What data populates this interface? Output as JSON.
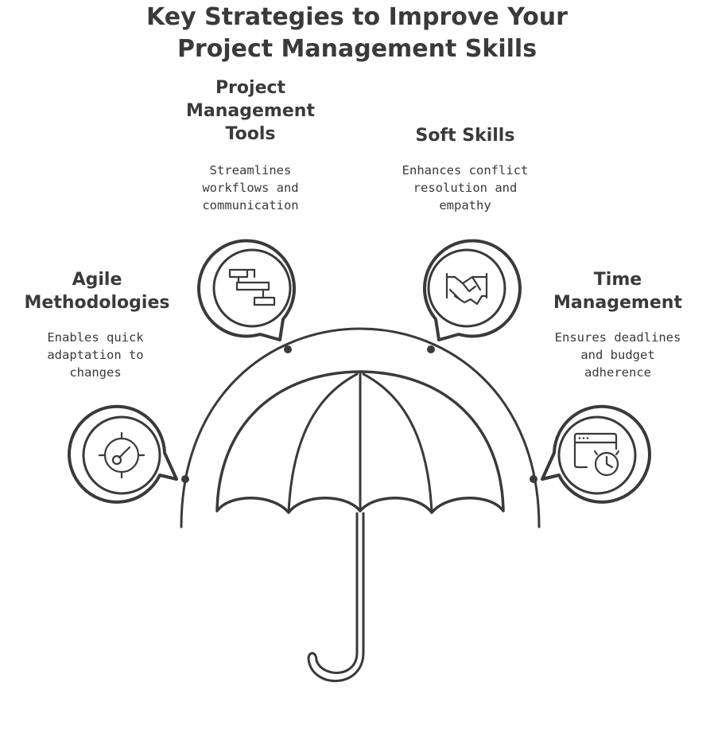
{
  "title": {
    "line1": "Key Strategies to Improve Your",
    "line2": "Project Management Skills"
  },
  "strategies": [
    {
      "id": "project-management-tools",
      "heading_lines": [
        "Project",
        "Management",
        "Tools"
      ],
      "description_lines": [
        "Streamlines",
        "workflows and",
        "communication"
      ],
      "icon": "gantt-chart-icon"
    },
    {
      "id": "soft-skills",
      "heading_lines": [
        "Soft Skills"
      ],
      "description_lines": [
        "Enhances conflict",
        "resolution and",
        "empathy"
      ],
      "icon": "handshake-icon"
    },
    {
      "id": "agile-methodologies",
      "heading_lines": [
        "Agile",
        "Methodologies"
      ],
      "description_lines": [
        "Enables quick",
        "adaptation to",
        "changes"
      ],
      "icon": "target-gauge-icon"
    },
    {
      "id": "time-management",
      "heading_lines": [
        "Time",
        "Management"
      ],
      "description_lines": [
        "Ensures deadlines",
        "and budget",
        "adherence"
      ],
      "icon": "calendar-clock-icon"
    }
  ],
  "colors": {
    "ink": "#3a3a3a",
    "background": "#ffffff"
  },
  "central_icon": "umbrella-icon"
}
